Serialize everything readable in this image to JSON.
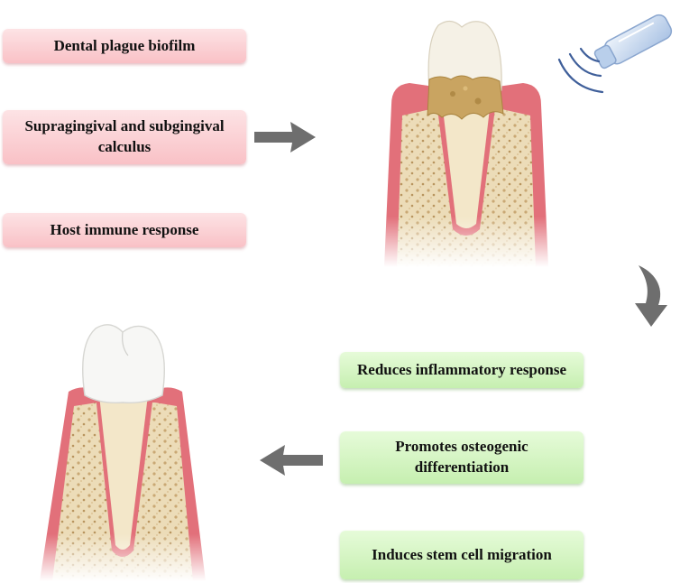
{
  "causes": [
    {
      "label": "Dental plague biofilm"
    },
    {
      "label": "Supragingival and subgingival calculus"
    },
    {
      "label": "Host immune response"
    }
  ],
  "effects": [
    {
      "label": "Reduces inflammatory response"
    },
    {
      "label": "Promotes osteogenic differentiation"
    },
    {
      "label": "Induces stem cell migration"
    }
  ],
  "colors": {
    "cause_box": "#f9c1c6",
    "effect_box": "#c6efb0",
    "arrow": "#6e6e6e",
    "gum": "#e2707a",
    "bone": "#ead9b4",
    "calculus": "#c9a461",
    "enamel": "#f4f2ea",
    "ultrasound_wave": "#3f5f9a"
  },
  "icons": [
    "diseased-tooth-illustration",
    "healthy-tooth-illustration",
    "ultrasound-probe-icon"
  ]
}
